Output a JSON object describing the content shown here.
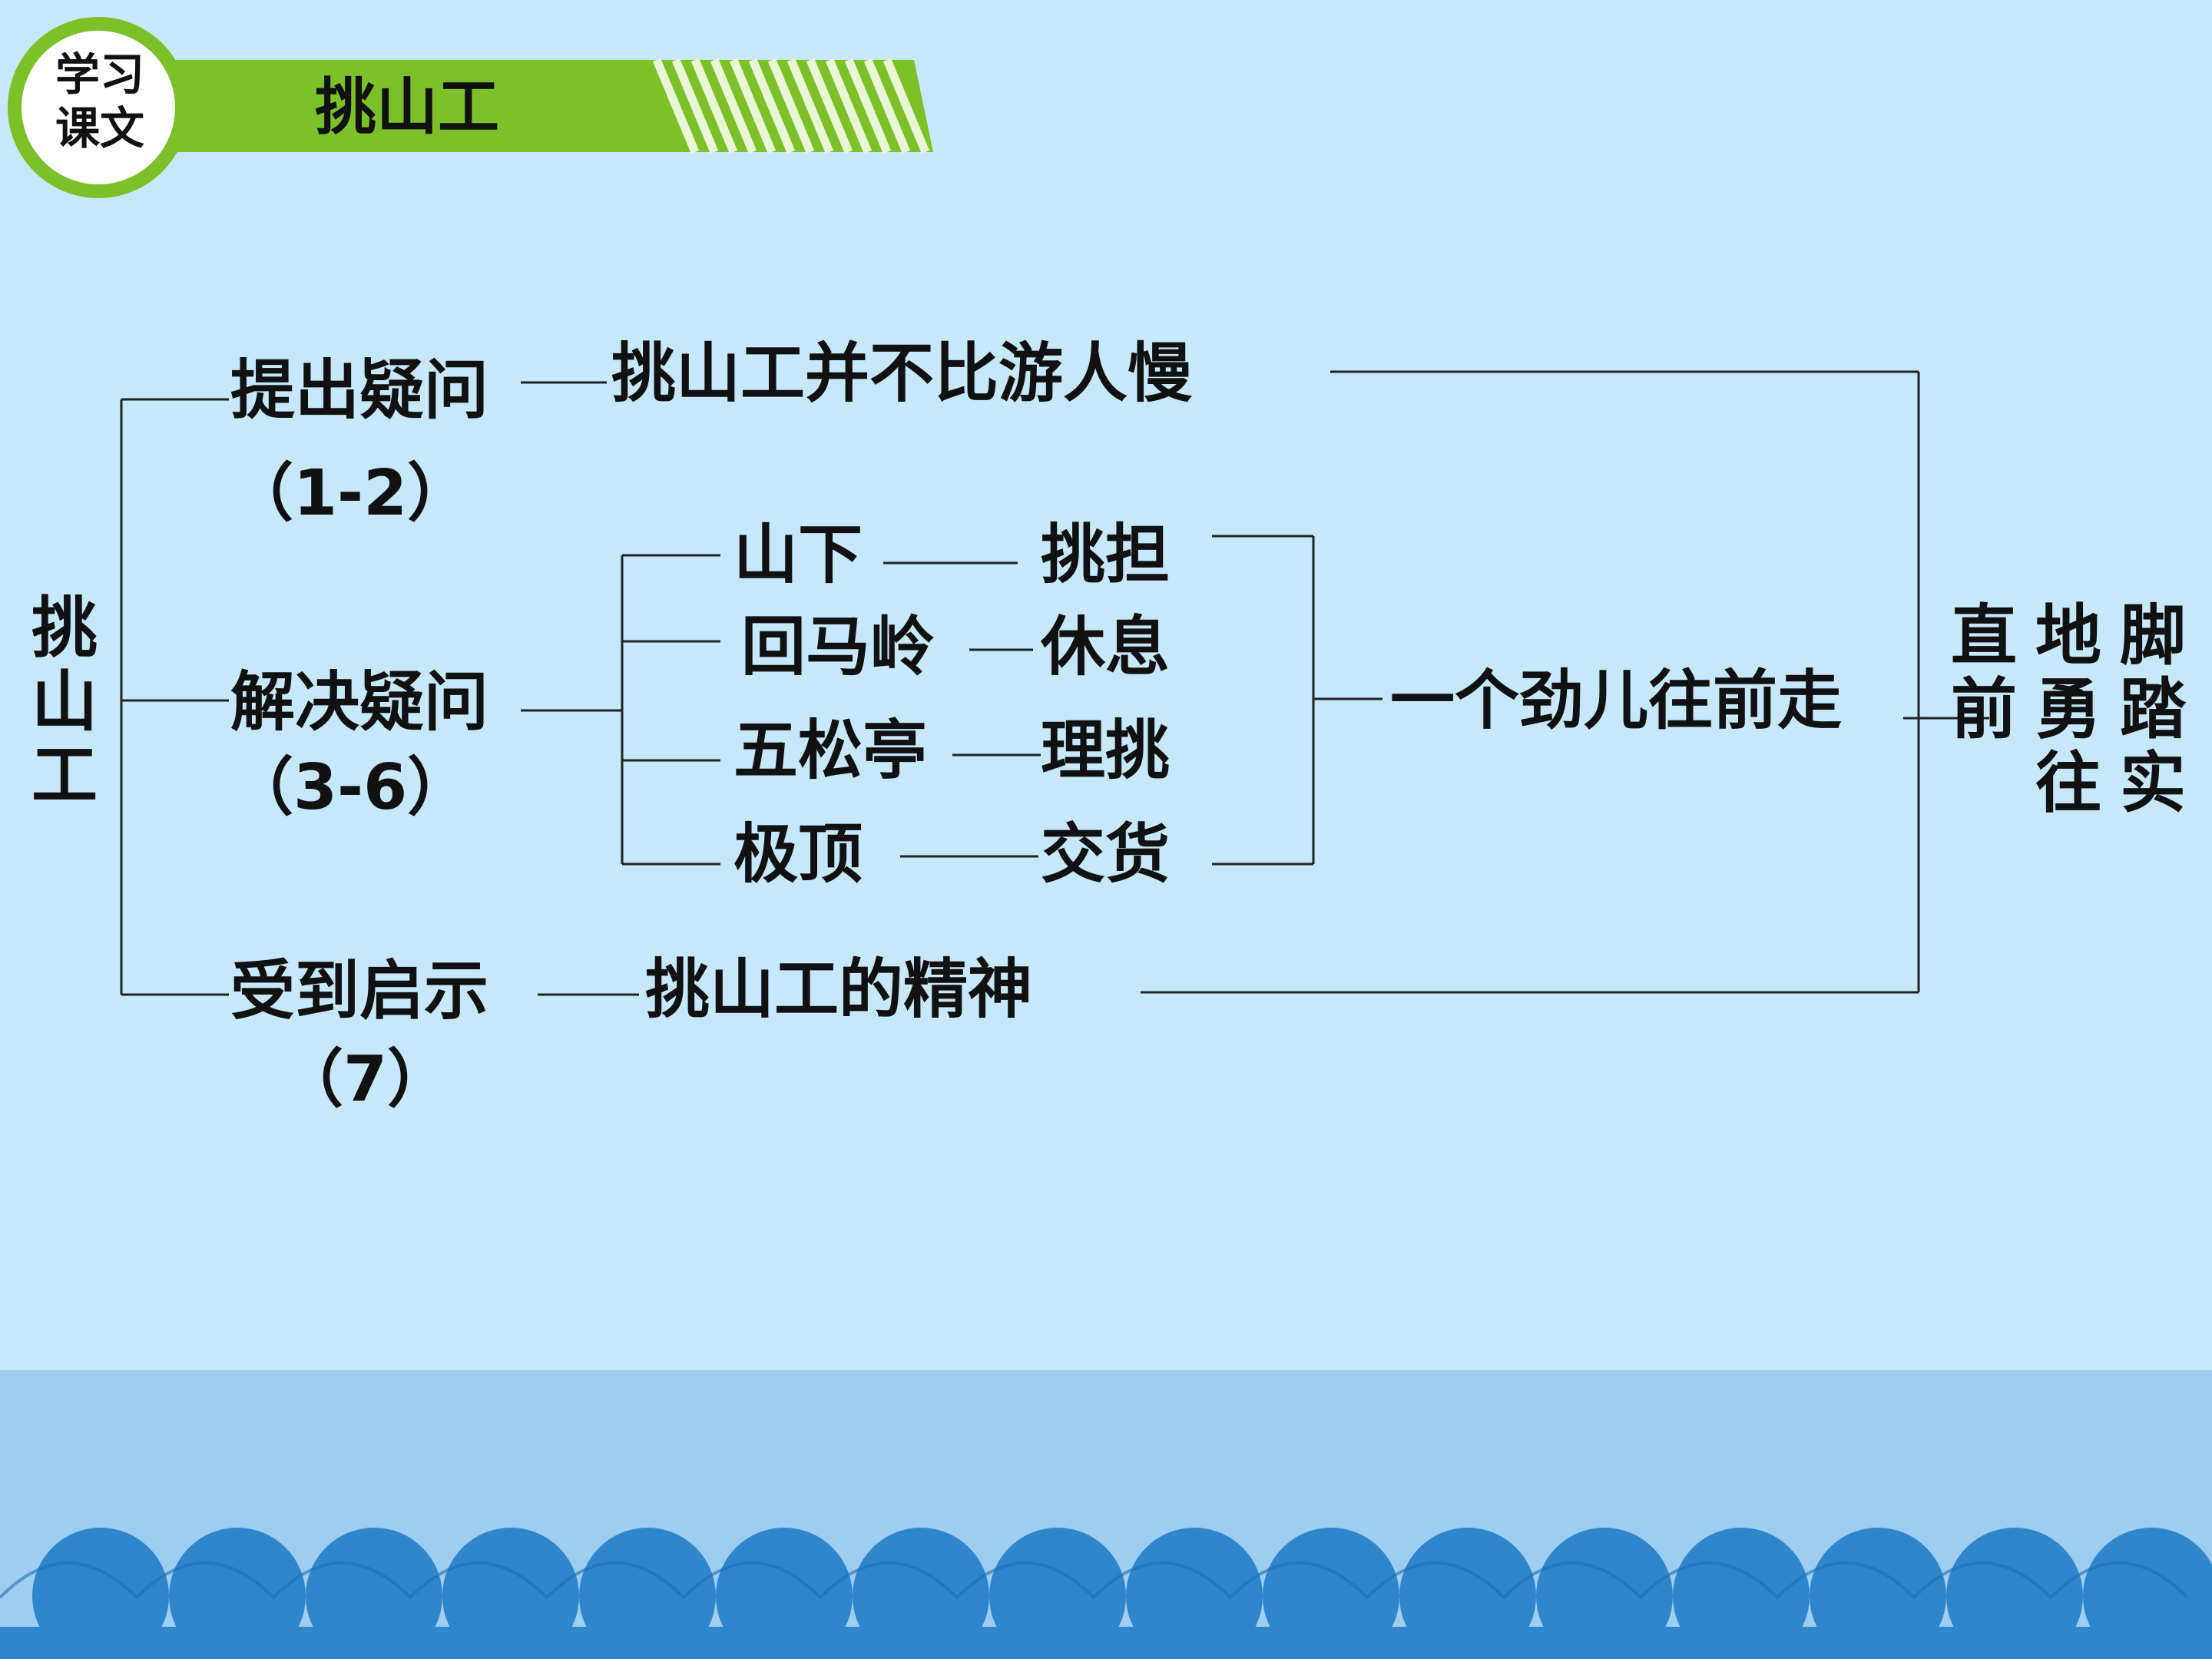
{
  "header": {
    "badge_line1": "学习",
    "badge_line2": "课文",
    "title": "挑山工"
  },
  "diagram": {
    "root": [
      "挑",
      "山",
      "工"
    ],
    "branches": [
      {
        "label": "提出疑问",
        "range": "（1-2）",
        "detail": "挑山工并不比游人慢"
      },
      {
        "label": "解决疑问",
        "range": "（3-6）"
      },
      {
        "label": "受到启示",
        "range": "（7）",
        "detail": "挑山工的精神"
      }
    ],
    "sub_items": [
      {
        "place": "山下",
        "action": "挑担"
      },
      {
        "place": "回马岭",
        "action": "休息"
      },
      {
        "place": "五松亭",
        "action": "理挑"
      },
      {
        "place": "极顶",
        "action": "交货"
      }
    ],
    "summary": "一个劲儿往前走",
    "conclusion_columns": [
      "脚踏实",
      "地勇往",
      "直前"
    ]
  },
  "colors": {
    "background": "#c6e8fa",
    "band": "#9fcdf0",
    "wave": "#2f86cb",
    "banner_green": "#7cc12a",
    "line": "#222222"
  }
}
